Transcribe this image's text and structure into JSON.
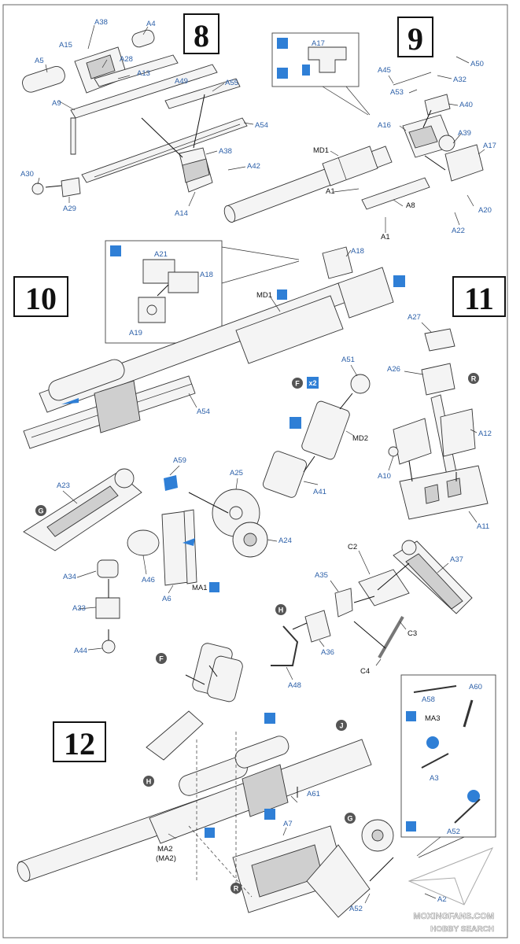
{
  "steps": [
    "8",
    "9",
    "10",
    "11",
    "12"
  ],
  "step8_labels": [
    "A38",
    "A4",
    "A15",
    "A5",
    "A28",
    "A13",
    "A9",
    "A49",
    "A55",
    "A54",
    "A38",
    "A42",
    "A30",
    "A29",
    "A14"
  ],
  "step9_labels": [
    "A17",
    "A50",
    "A45",
    "A32",
    "A53",
    "A40",
    "A16",
    "A39",
    "A17",
    "A20",
    "A22"
  ],
  "step9_black": [
    "MD1",
    "A1",
    "A8",
    "A1"
  ],
  "step10_labels": [
    "A21",
    "A18",
    "A19",
    "A18",
    "A54"
  ],
  "step10_black": [
    "MD1"
  ],
  "step11_labels": [
    "A27",
    "A26",
    "A12",
    "A10",
    "A11"
  ],
  "mid_labels": [
    "A51",
    "A41",
    "A59",
    "A25",
    "A23",
    "A24",
    "A34",
    "A46",
    "A6",
    "A33",
    "A44"
  ],
  "mid_black": [
    "MD2",
    "MA1"
  ],
  "lower_labels": [
    "A35",
    "A37",
    "A36",
    "A48"
  ],
  "lower_black": [
    "C2",
    "C3",
    "C4"
  ],
  "inset_labels": [
    "A58",
    "A60",
    "A3",
    "A52"
  ],
  "inset_black": [
    "MA3"
  ],
  "step12_labels": [
    "A61",
    "A7",
    "A52",
    "A2"
  ],
  "step12_black": [
    "MA2",
    "(MA2)"
  ],
  "markers": [
    "F",
    "G",
    "H",
    "J",
    "R",
    "F",
    "G",
    "H",
    "R"
  ],
  "quantity_badge": "x2",
  "watermark": {
    "line1": "MOXINGFANS.COM",
    "line2": "HOBBY SEARCH"
  },
  "colors": {
    "label_blue": "#2b5fa8",
    "icon_blue": "#2f7fd6",
    "marker_gray": "#555555"
  }
}
